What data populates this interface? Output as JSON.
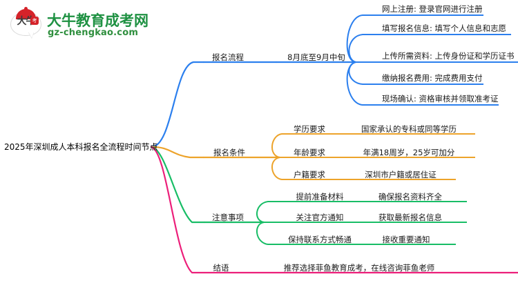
{
  "logo": {
    "mark_text": "大牛",
    "badge_text": "考",
    "title": "大牛教育成考网",
    "domain": "gz-chengkao.com",
    "brand_green": "#1e9142",
    "brand_red": "#d5232a"
  },
  "mindmap": {
    "root": {
      "label": "2025年深圳成人本科报名全流程时间节点"
    },
    "branches": [
      {
        "id": "registration-process",
        "label": "报名流程",
        "value": "8月底至9月中旬",
        "color": "#2b7fee",
        "leaves": [
          {
            "label": "网上注册: 登录官网进行注册"
          },
          {
            "label": "填写报名信息: 填写个人信息和志愿"
          },
          {
            "label": "上传所需资料: 上传身份证和学历证书"
          },
          {
            "label": "缴纳报名费用: 完成费用支付"
          },
          {
            "label": "现场确认: 资格审核并领取准考证"
          }
        ]
      },
      {
        "id": "registration-requirements",
        "label": "报名条件",
        "color": "#eda32a",
        "leaves": [
          {
            "label": "学历要求",
            "value": "国家承认的专科或同等学历"
          },
          {
            "label": "年龄要求",
            "value": "年满18周岁，25岁可加分"
          },
          {
            "label": "户籍要求",
            "value": "深圳市户籍或居住证"
          }
        ]
      },
      {
        "id": "notes",
        "label": "注意事项",
        "color": "#18bd66",
        "leaves": [
          {
            "label": "提前准备材料",
            "value": "确保报名资料齐全"
          },
          {
            "label": "关注官方通知",
            "value": "获取最新报名信息"
          },
          {
            "label": "保持联系方式畅通",
            "value": "接收重要通知"
          }
        ]
      },
      {
        "id": "conclusion",
        "label": "结语",
        "value": "推荐选择菲鱼教育成考，在线咨询菲鱼老师",
        "color": "#ec1f7a",
        "leaves": []
      }
    ]
  }
}
